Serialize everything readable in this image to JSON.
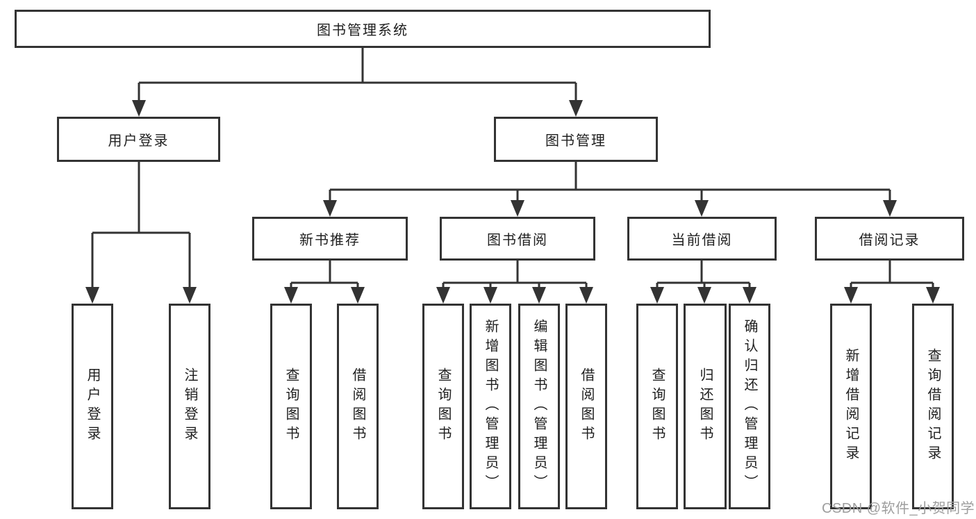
{
  "diagram": {
    "root": {
      "label": "图书管理系统"
    },
    "level2": [
      {
        "label": "用户登录"
      },
      {
        "label": "图书管理"
      }
    ],
    "level3": [
      {
        "label": "新书推荐",
        "parent": "图书管理"
      },
      {
        "label": "图书借阅",
        "parent": "图书管理"
      },
      {
        "label": "当前借阅",
        "parent": "图书管理"
      },
      {
        "label": "借阅记录",
        "parent": "图书管理"
      }
    ],
    "leaves": [
      {
        "label": "用户登录",
        "parent": "用户登录"
      },
      {
        "label": "注销登录",
        "parent": "用户登录"
      },
      {
        "label": "查询图书",
        "parent": "新书推荐"
      },
      {
        "label": "借阅图书",
        "parent": "新书推荐"
      },
      {
        "label": "查询图书",
        "parent": "图书借阅"
      },
      {
        "label": "新增图书（管理员）",
        "parent": "图书借阅"
      },
      {
        "label": "编辑图书（管理员）",
        "parent": "图书借阅"
      },
      {
        "label": "借阅图书",
        "parent": "图书借阅"
      },
      {
        "label": "查询图书",
        "parent": "当前借阅"
      },
      {
        "label": "归还图书",
        "parent": "当前借阅"
      },
      {
        "label": "确认归还（管理员）",
        "parent": "当前借阅"
      },
      {
        "label": "新增借阅记录",
        "parent": "借阅记录"
      },
      {
        "label": "查询借阅记录",
        "parent": "借阅记录"
      }
    ],
    "colors": {
      "line": "#333333",
      "text": "#1f1f1f",
      "watermark": "#9e9e9e",
      "background": "#ffffff"
    }
  },
  "watermark": "CSDN @软件_小贺同学"
}
